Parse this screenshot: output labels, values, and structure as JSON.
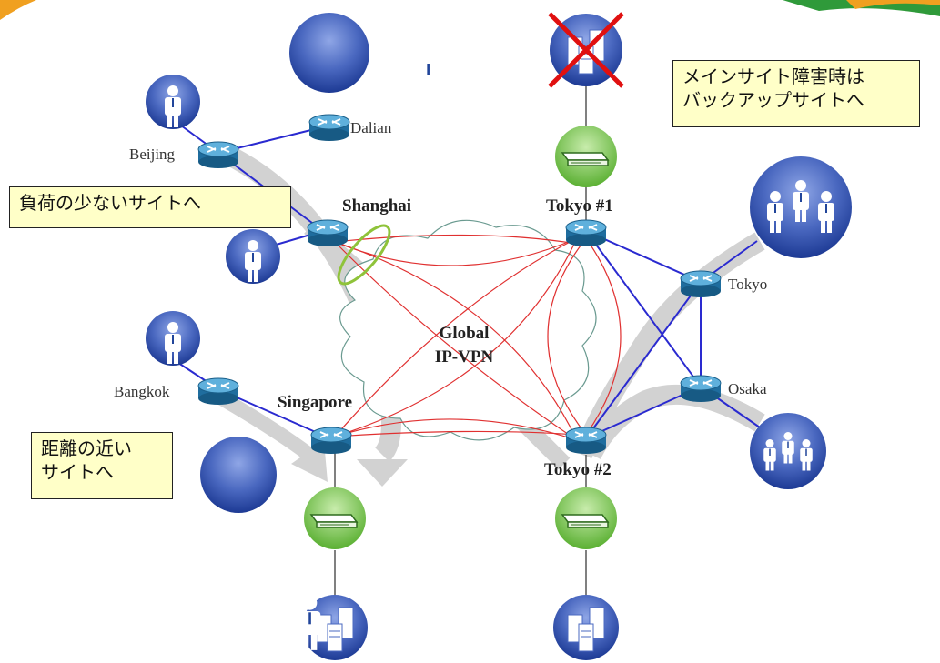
{
  "callouts": {
    "main_site_failure": [
      "メインサイト障害時は",
      "バックアップサイトへ"
    ],
    "low_load": [
      "負荷の少ないサイトへ"
    ],
    "nearest": [
      "距離の近い",
      "サイトへ"
    ]
  },
  "nodes": {
    "dalian": "Dalian",
    "beijing": "Beijing",
    "shanghai": "Shanghai",
    "bangkok": "Bangkok",
    "singapore": "Singapore",
    "tokyo1": "Tokyo #1",
    "tokyo2": "Tokyo #2",
    "tokyo": "Tokyo",
    "osaka": "Osaka"
  },
  "cloud": {
    "line1": "Global",
    "line2": "IP-VPN"
  },
  "colors": {
    "router": "#2f7fb0",
    "site_blue": "#21459a",
    "appliance_green": "#6fbf3f",
    "vpn_mesh": "#e03030",
    "link": "#2a2ad0",
    "failure_cross": "#e01010",
    "callout_bg": "#ffffc8",
    "flow_arrow": "#c8c8c8"
  },
  "icons": [
    "router-icon",
    "user-icon",
    "users-group-icon",
    "server-icon",
    "load-balancer-icon",
    "cross-icon"
  ]
}
